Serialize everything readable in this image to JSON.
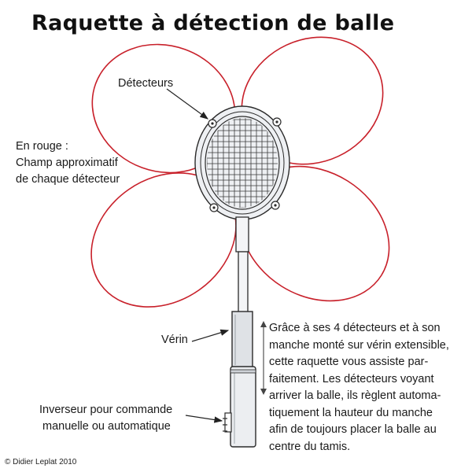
{
  "title": "Raquette à détection de balle",
  "labels": {
    "detecteurs": "Détecteurs",
    "en_rouge": [
      "En rouge :",
      "Champ approximatif",
      "de chaque détecteur"
    ],
    "verin": "Vérin",
    "inverseur": [
      "Inverseur pour commande",
      "manuelle ou automatique"
    ]
  },
  "description": [
    "Grâce à ses 4 détecteurs et à son",
    "manche monté sur vérin extensible,",
    "cette raquette vous assiste par-",
    "faitement. Les détecteurs voyant",
    "arriver la balle, ils règlent automa-",
    "tiquement la hauteur du manche",
    "afin de toujours placer la balle au",
    "centre du tamis."
  ],
  "copyright": "© Didier Leplat 2010",
  "colors": {
    "detection_field": "#c8202a",
    "outline": "#2a2a2a",
    "racket_fill": "#f4f5f7"
  }
}
